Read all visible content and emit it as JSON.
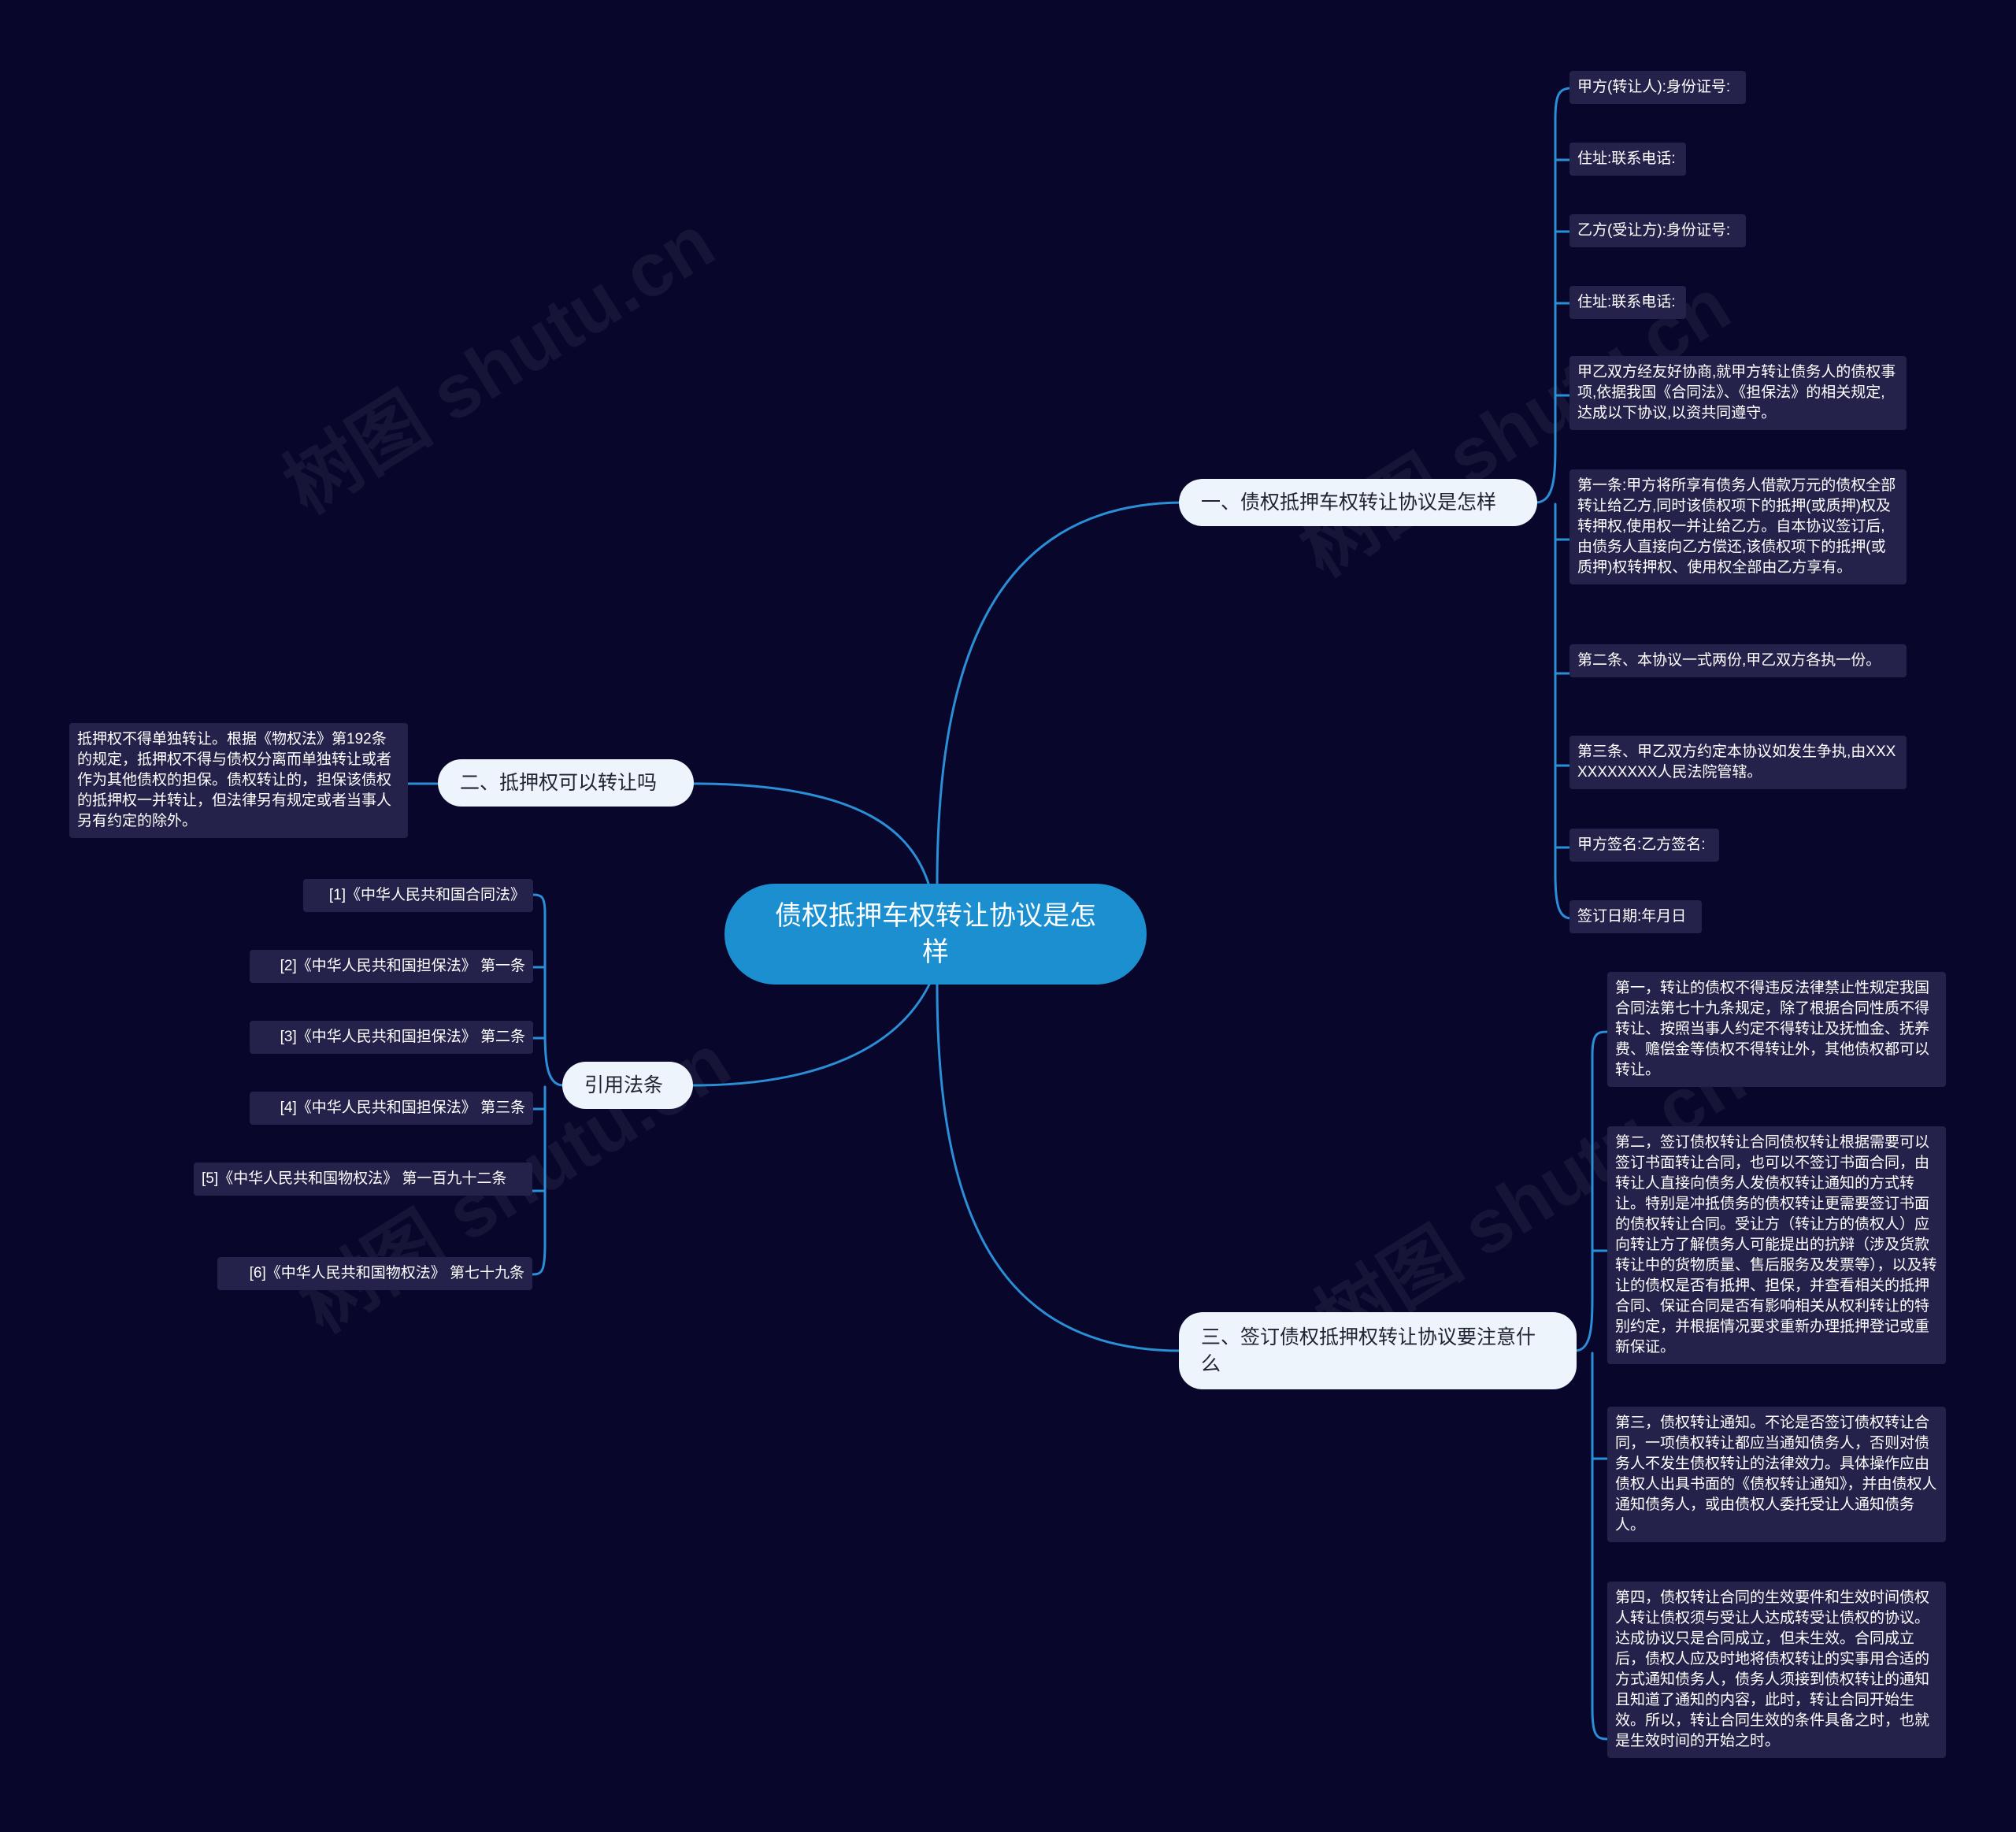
{
  "colors": {
    "background": "#08062b",
    "root": "#1c8fd1",
    "branch": "#eef4fc",
    "leaf": "#24224a",
    "link": "#2a8fd6"
  },
  "watermark_text": "树图 shutu.cn",
  "root": {
    "label": "债权抵押车权转让协议是怎样"
  },
  "branches": {
    "b1": {
      "label": "一、债权抵押车权转让协议是怎样",
      "items": [
        "甲方(转让人):身份证号:",
        "住址:联系电话:",
        "乙方(受让方):身份证号:",
        "住址:联系电话:",
        "甲乙双方经友好协商,就甲方转让债务人的债权事项,依据我国《合同法》、《担保法》的相关规定,达成以下协议,以资共同遵守。",
        "第一条:甲方将所享有债务人借款万元的债权全部转让给乙方,同时该债权项下的抵押(或质押)权及转押权,使用权一并让给乙方。自本协议签订后,由债务人直接向乙方偿还,该债权项下的抵押(或质押)权转押权、使用权全部由乙方享有。",
        "第二条、本协议一式两份,甲乙双方各执一份。",
        "第三条、甲乙双方约定本协议如发生争执,由XXXXXXXXXXX人民法院管辖。",
        "甲方签名:乙方签名:",
        "签订日期:年月日"
      ]
    },
    "b2": {
      "label": "二、抵押权可以转让吗",
      "items": [
        "抵押权不得单独转让。根据《物权法》第192条的规定，抵押权不得与债权分离而单独转让或者作为其他债权的担保。债权转让的，担保该债权的抵押权一并转让，但法律另有规定或者当事人另有约定的除外。"
      ]
    },
    "b3": {
      "label": "引用法条",
      "items": [
        "[1]《中华人民共和国合同法》",
        "[2]《中华人民共和国担保法》 第一条",
        "[3]《中华人民共和国担保法》 第二条",
        "[4]《中华人民共和国担保法》 第三条",
        "[5]《中华人民共和国物权法》 第一百九十二条",
        "[6]《中华人民共和国物权法》 第七十九条"
      ]
    },
    "b4": {
      "label": "三、签订债权抵押权转让协议要注意什么",
      "items": [
        "第一，转让的债权不得违反法律禁止性规定我国合同法第七十九条规定，除了根据合同性质不得转让、按照当事人约定不得转让及抚恤金、抚养费、赡偿金等债权不得转让外，其他债权都可以转让。",
        "第二，签订债权转让合同债权转让根据需要可以签订书面转让合同，也可以不签订书面合同，由转让人直接向债务人发债权转让通知的方式转让。特别是冲抵债务的债权转让更需要签订书面的债权转让合同。受让方（转让方的债权人）应向转让方了解债务人可能提出的抗辩（涉及货款转让中的货物质量、售后服务及发票等），以及转让的债权是否有抵押、担保，并查看相关的抵押合同、保证合同是否有影响相关从权利转让的特别约定，并根据情况要求重新办理抵押登记或重新保证。",
        "第三，债权转让通知。不论是否签订债权转让合同，一项债权转让都应当通知债务人，否则对债务人不发生债权转让的法律效力。具体操作应由债权人出具书面的《债权转让通知》，并由债权人通知债务人，或由债权人委托受让人通知债务人。",
        "第四，债权转让合同的生效要件和生效时间债权人转让债权须与受让人达成转受让债权的协议。达成协议只是合同成立，但未生效。合同成立后，债权人应及时地将债权转让的实事用合适的方式通知债务人，债务人须接到债权转让的通知且知道了通知的内容，此时，转让合同开始生效。所以，转让合同生效的条件具备之时，也就是生效时间的开始之时。"
      ]
    }
  }
}
